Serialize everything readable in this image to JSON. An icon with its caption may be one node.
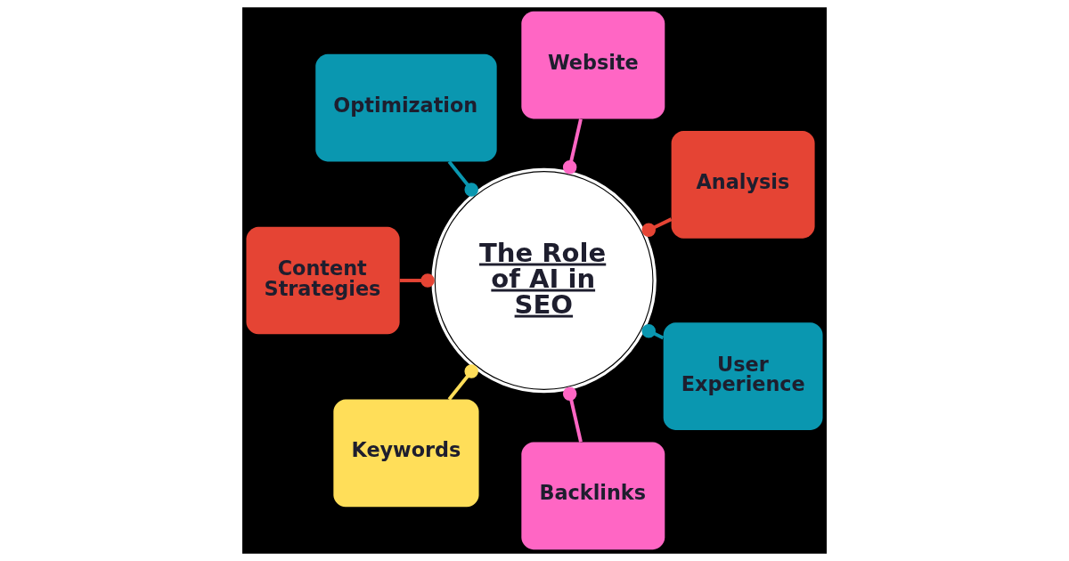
{
  "diagram": {
    "nodes": [
      {
        "text": [
          "The Role of AI in SEO"
        ]
      },
      {
        "text": [
          "Website"
        ]
      },
      {
        "text": [
          "Analysis"
        ]
      },
      {
        "text": [
          "User Experience"
        ]
      },
      {
        "text": [
          "Backlinks"
        ]
      },
      {
        "text": [
          "Keywords"
        ]
      },
      {
        "text": [
          "Content Strategies"
        ]
      },
      {
        "text": [
          "Optimization"
        ]
      }
    ],
    "edges": [
      {
        "from": 0,
        "to": 1,
        "arrow": "other",
        "color": "#ff66c4"
      },
      {
        "from": 0,
        "to": 2,
        "arrow": "other",
        "color": "#e54434"
      },
      {
        "from": 0,
        "to": 3,
        "arrow": "other",
        "color": "#0a97b0"
      },
      {
        "from": 0,
        "to": 4,
        "arrow": "other",
        "color": "#ff66c4"
      },
      {
        "from": 0,
        "to": 5,
        "arrow": "other",
        "color": "#ffde59"
      },
      {
        "from": 0,
        "to": 6,
        "arrow": "other",
        "color": "#e54434"
      },
      {
        "from": 0,
        "to": 7,
        "arrow": "other",
        "color": "#0a97b0"
      }
    ]
  }
}
